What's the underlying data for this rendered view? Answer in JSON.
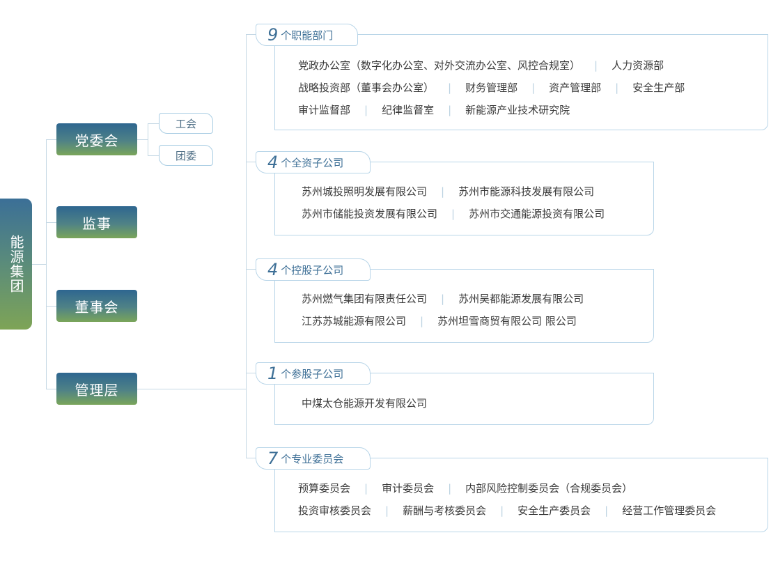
{
  "root": "能源集团",
  "nodes": {
    "dangweihui": "党委会",
    "jianshi": "监事",
    "dongshihui": "董事会",
    "guanliceng": "管理层"
  },
  "sub_nodes": {
    "gonghui": "工会",
    "tuanwei": "团委"
  },
  "groups": [
    {
      "num": "9",
      "label": "个职能部门",
      "rows": [
        [
          "党政办公室（数字化办公室、对外交流办公室、风控合规室）",
          "人力资源部"
        ],
        [
          "战略投资部（董事会办公室）",
          "财务管理部",
          "资产管理部",
          "安全生产部"
        ],
        [
          "审计监督部",
          "纪律监督室",
          "新能源产业技术研究院"
        ]
      ]
    },
    {
      "num": "4",
      "label": "个全资子公司",
      "rows": [
        [
          "苏州城投照明发展有限公司",
          "苏州市能源科技发展有限公司"
        ],
        [
          "苏州市储能投资发展有限公司",
          "苏州市交通能源投资有限公司"
        ]
      ]
    },
    {
      "num": "4",
      "label": "个控股子公司",
      "rows": [
        [
          "苏州燃气集团有限责任公司",
          "苏州吴都能源发展有限公司"
        ],
        [
          "江苏苏城能源有限公司",
          "苏州坦雪商贸有限公司 限公司"
        ]
      ]
    },
    {
      "num": "1",
      "label": "个参股子公司",
      "rows": [
        [
          "中煤太仓能源开发有限公司"
        ]
      ]
    },
    {
      "num": "7",
      "label": "个专业委员会",
      "rows": [
        [
          "预算委员会",
          "审计委员会",
          "内部风险控制委员会（合规委员会）"
        ],
        [
          "投资审核委员会",
          "薪酬与考核委员会",
          "安全生产委员会",
          "经营工作管理委员会"
        ]
      ]
    }
  ]
}
